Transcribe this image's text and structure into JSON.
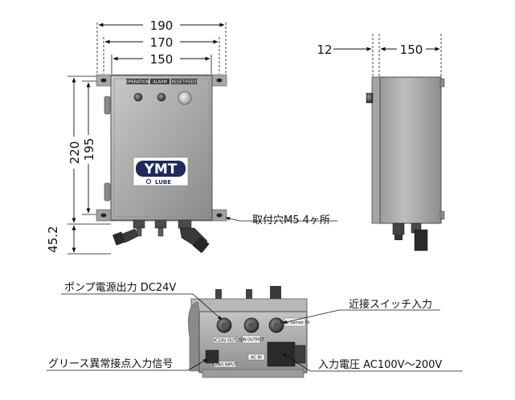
{
  "front_view": {
    "dimensions": {
      "overall_width": "190",
      "mounting_pitch_width": "170",
      "body_width": "150",
      "overall_height": "220",
      "mounting_pitch_height": "195",
      "bottom_projection": "45.2"
    },
    "panel_labels": {
      "operation": "OPERATION",
      "alarm": "ALARM",
      "reset": "RESET/FEED"
    },
    "logo": {
      "brand": "YMT",
      "sub": "LUBE"
    },
    "mounting_hole_label": "取付穴M5 4ヶ所"
  },
  "side_view": {
    "dimensions": {
      "protrusion": "12",
      "depth": "150"
    }
  },
  "bottom_view": {
    "callouts": {
      "pump_power_out": "ポンプ電源出力 DC24V",
      "proximity_switch_in": "近接スイッチ入力",
      "grease_abnormal_in": "グリース異常接点入力信号",
      "input_voltage": "入力電圧 AC100V～200V"
    },
    "port_labels": {
      "dc24v_out": "DC24V OUT",
      "gin_output": "GIN OUTPUT",
      "prox_sensor": "Prox Sensor IN",
      "gino_input": "GINO INPUT",
      "ac_in": "AC IN"
    }
  },
  "colors": {
    "box_light": "#b9b9b9",
    "box_dark": "#7d7d7d",
    "line": "#111111",
    "logo_navy": "#1f2a5c"
  }
}
